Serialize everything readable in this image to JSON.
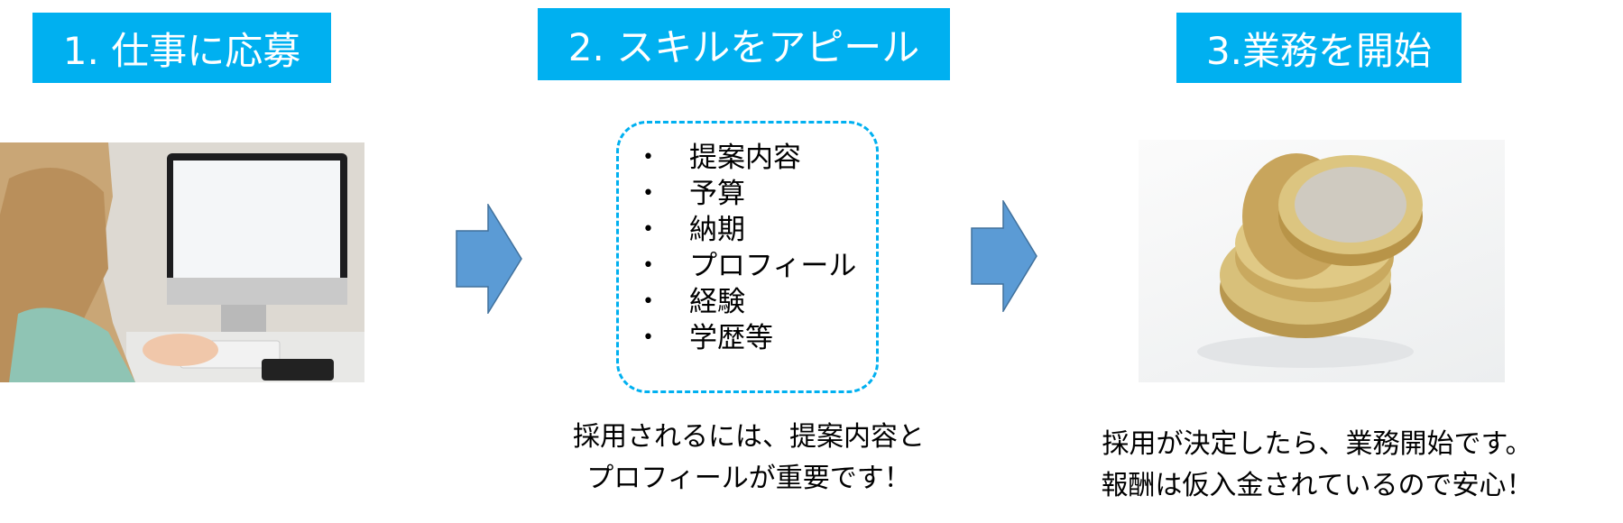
{
  "steps": [
    {
      "title": "1. 仕事に応募"
    },
    {
      "title": "2. スキルをアピール",
      "items": [
        "提案内容",
        "予算",
        "納期",
        "プロフィール",
        "経験",
        "学歴等"
      ],
      "caption": [
        "採用されるには、提案内容と",
        "プロフィールが重要です！"
      ]
    },
    {
      "title": "3.業務を開始",
      "caption": [
        "採用が決定したら、業務開始です。",
        "報酬は仮入金されているので安心！"
      ]
    }
  ],
  "colors": {
    "header": "#00b0f0",
    "arrow": "#5b9bd5",
    "dashed_border": "#00b0f0"
  }
}
